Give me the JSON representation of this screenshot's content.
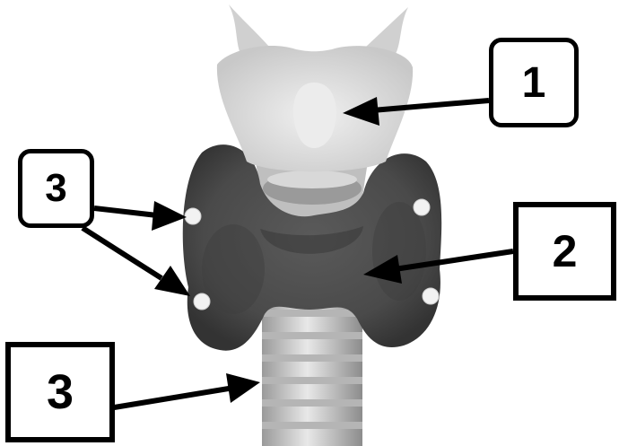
{
  "labels": {
    "thyroid_cartilage": "1",
    "thyroid_gland": "2",
    "parathyroid_glands": "3",
    "trachea": "3"
  },
  "colors": {
    "label_border": "#000000",
    "arrow": "#000000",
    "gland_dark": "#4a4a4a",
    "cartilage_light": "#dcdcdc",
    "parathyroid": "#f2f2f2"
  }
}
